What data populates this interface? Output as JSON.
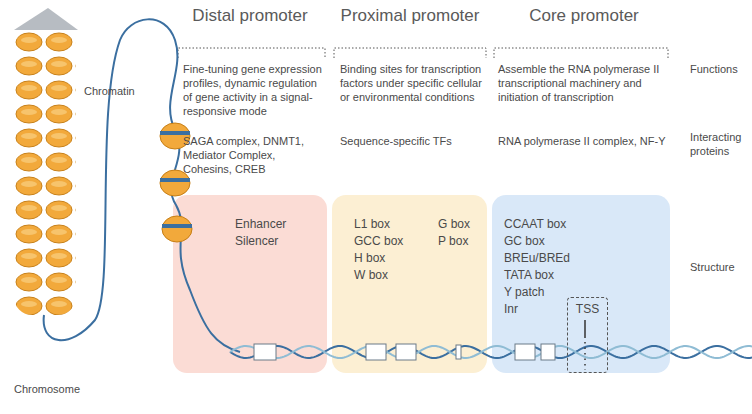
{
  "diagram": {
    "nodes": [
      {
        "text": [
          "Enhancer",
          "Silencer"
        ]
      },
      {
        "text": [
          "L1 box",
          "GCC box",
          "H box",
          "W box",
          "G box",
          "P box"
        ]
      },
      {
        "text": [
          "CCAAT box",
          "GC box",
          "BREu/BREd",
          "TATA box",
          "Y patch",
          "Inr"
        ]
      },
      {
        "text": [
          "TSS"
        ],
        "in": 2
      }
    ],
    "labels": [
      "Distal promoter",
      "Proximal promoter",
      "Core promoter",
      "Fine-tuning gene expression profiles, dynamic regulation of gene activity in a signal-responsive mode",
      "Binding sites for transcription factors under specific cellular or environmental conditions",
      "Assemble the RNA polymerase II transcriptional machinery and initiation of transcription",
      "SAGA complex, DNMT1, Mediator Complex, Cohesins, CREB",
      "Sequence-specific TFs",
      "RNA polymerase II complex, NF-Y",
      "Functions",
      "Interacting proteins",
      "Structure",
      "Chromatin",
      "Chromosome"
    ]
  }
}
